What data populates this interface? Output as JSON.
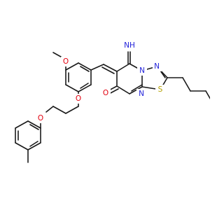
{
  "molecule": {
    "atom_labels": {
      "imine": "NH",
      "amine_h": "H",
      "n_ring": "N",
      "n_thiadiazole": "N",
      "n_pyrimidine": "N",
      "sulfur": "S",
      "carbonyl_o": "O",
      "methoxy_o": "O",
      "ether_o1": "O",
      "ether_o2": "O"
    },
    "colors": {
      "bond": "#1a1a1a",
      "nitrogen": "#1f1fd9",
      "oxygen": "#e3000f",
      "sulfur": "#b3a000"
    }
  }
}
